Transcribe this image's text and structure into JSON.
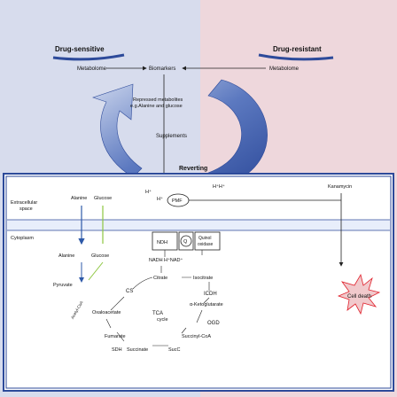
{
  "colors": {
    "sensitive_bg": "#d7dced",
    "resistant_bg": "#eed7dc",
    "arrow_blue": "#3f5faa",
    "frame_blue": "#2d4a9a",
    "nadh_arrow": "#2d59a8",
    "green_arrow": "#8dc63f",
    "red_arrow": "#e0202b",
    "burst_fill": "#f1c9cc"
  },
  "top": {
    "drug_sensitive": "Drug-sensitive",
    "drug_resistant": "Drug-resistant",
    "metabolome_left": "Metabolome",
    "biomarkers": "Biomarkers",
    "metabolome_right": "Metabolome",
    "repressed_line1": "Repressed metabolites",
    "repressed_line2": "e.g.Alanine and glucose",
    "supplements": "Supplements",
    "reverting": "Reverting"
  },
  "cell": {
    "extracellular_line1": "Extracellular",
    "extracellular_line2": "space",
    "cytoplasm": "Cytoplasm",
    "alanine_out": "Alanine",
    "glucose_out": "Glucose",
    "alanine_in": "Alanine",
    "glucose_in": "Glucose",
    "pyruvate": "Pyruvate",
    "acetyl_coa": "Acetyl-CoA",
    "citrate": "Citrate",
    "isocitrate": "Isocitrate",
    "cs": "CS",
    "icdh": "ICDH",
    "a_ketoglutarate": "α-Ketoglutarate",
    "oxaloacetate": "Oxaloacetate",
    "tca": "TCA",
    "cycle": "cycle",
    "ogd": "OGD",
    "fumarate": "Fumarate",
    "succinyl_coa": "Succinyl-CoA",
    "sdh": "SDH",
    "succinate": "Succinate",
    "sucs": "SucC",
    "nadh_box": "NDH",
    "q_label": "Q",
    "quinol_line1": "Quinol",
    "quinol_line2": "oxidase",
    "pmf": "PMF",
    "h_plus": "H⁺",
    "h_h": "H⁺H⁺",
    "nadh_label": "NADH",
    "h_nad": "H⁺NAD⁺",
    "kanamycin": "Kanamycin",
    "cell_death": "Cell death"
  }
}
